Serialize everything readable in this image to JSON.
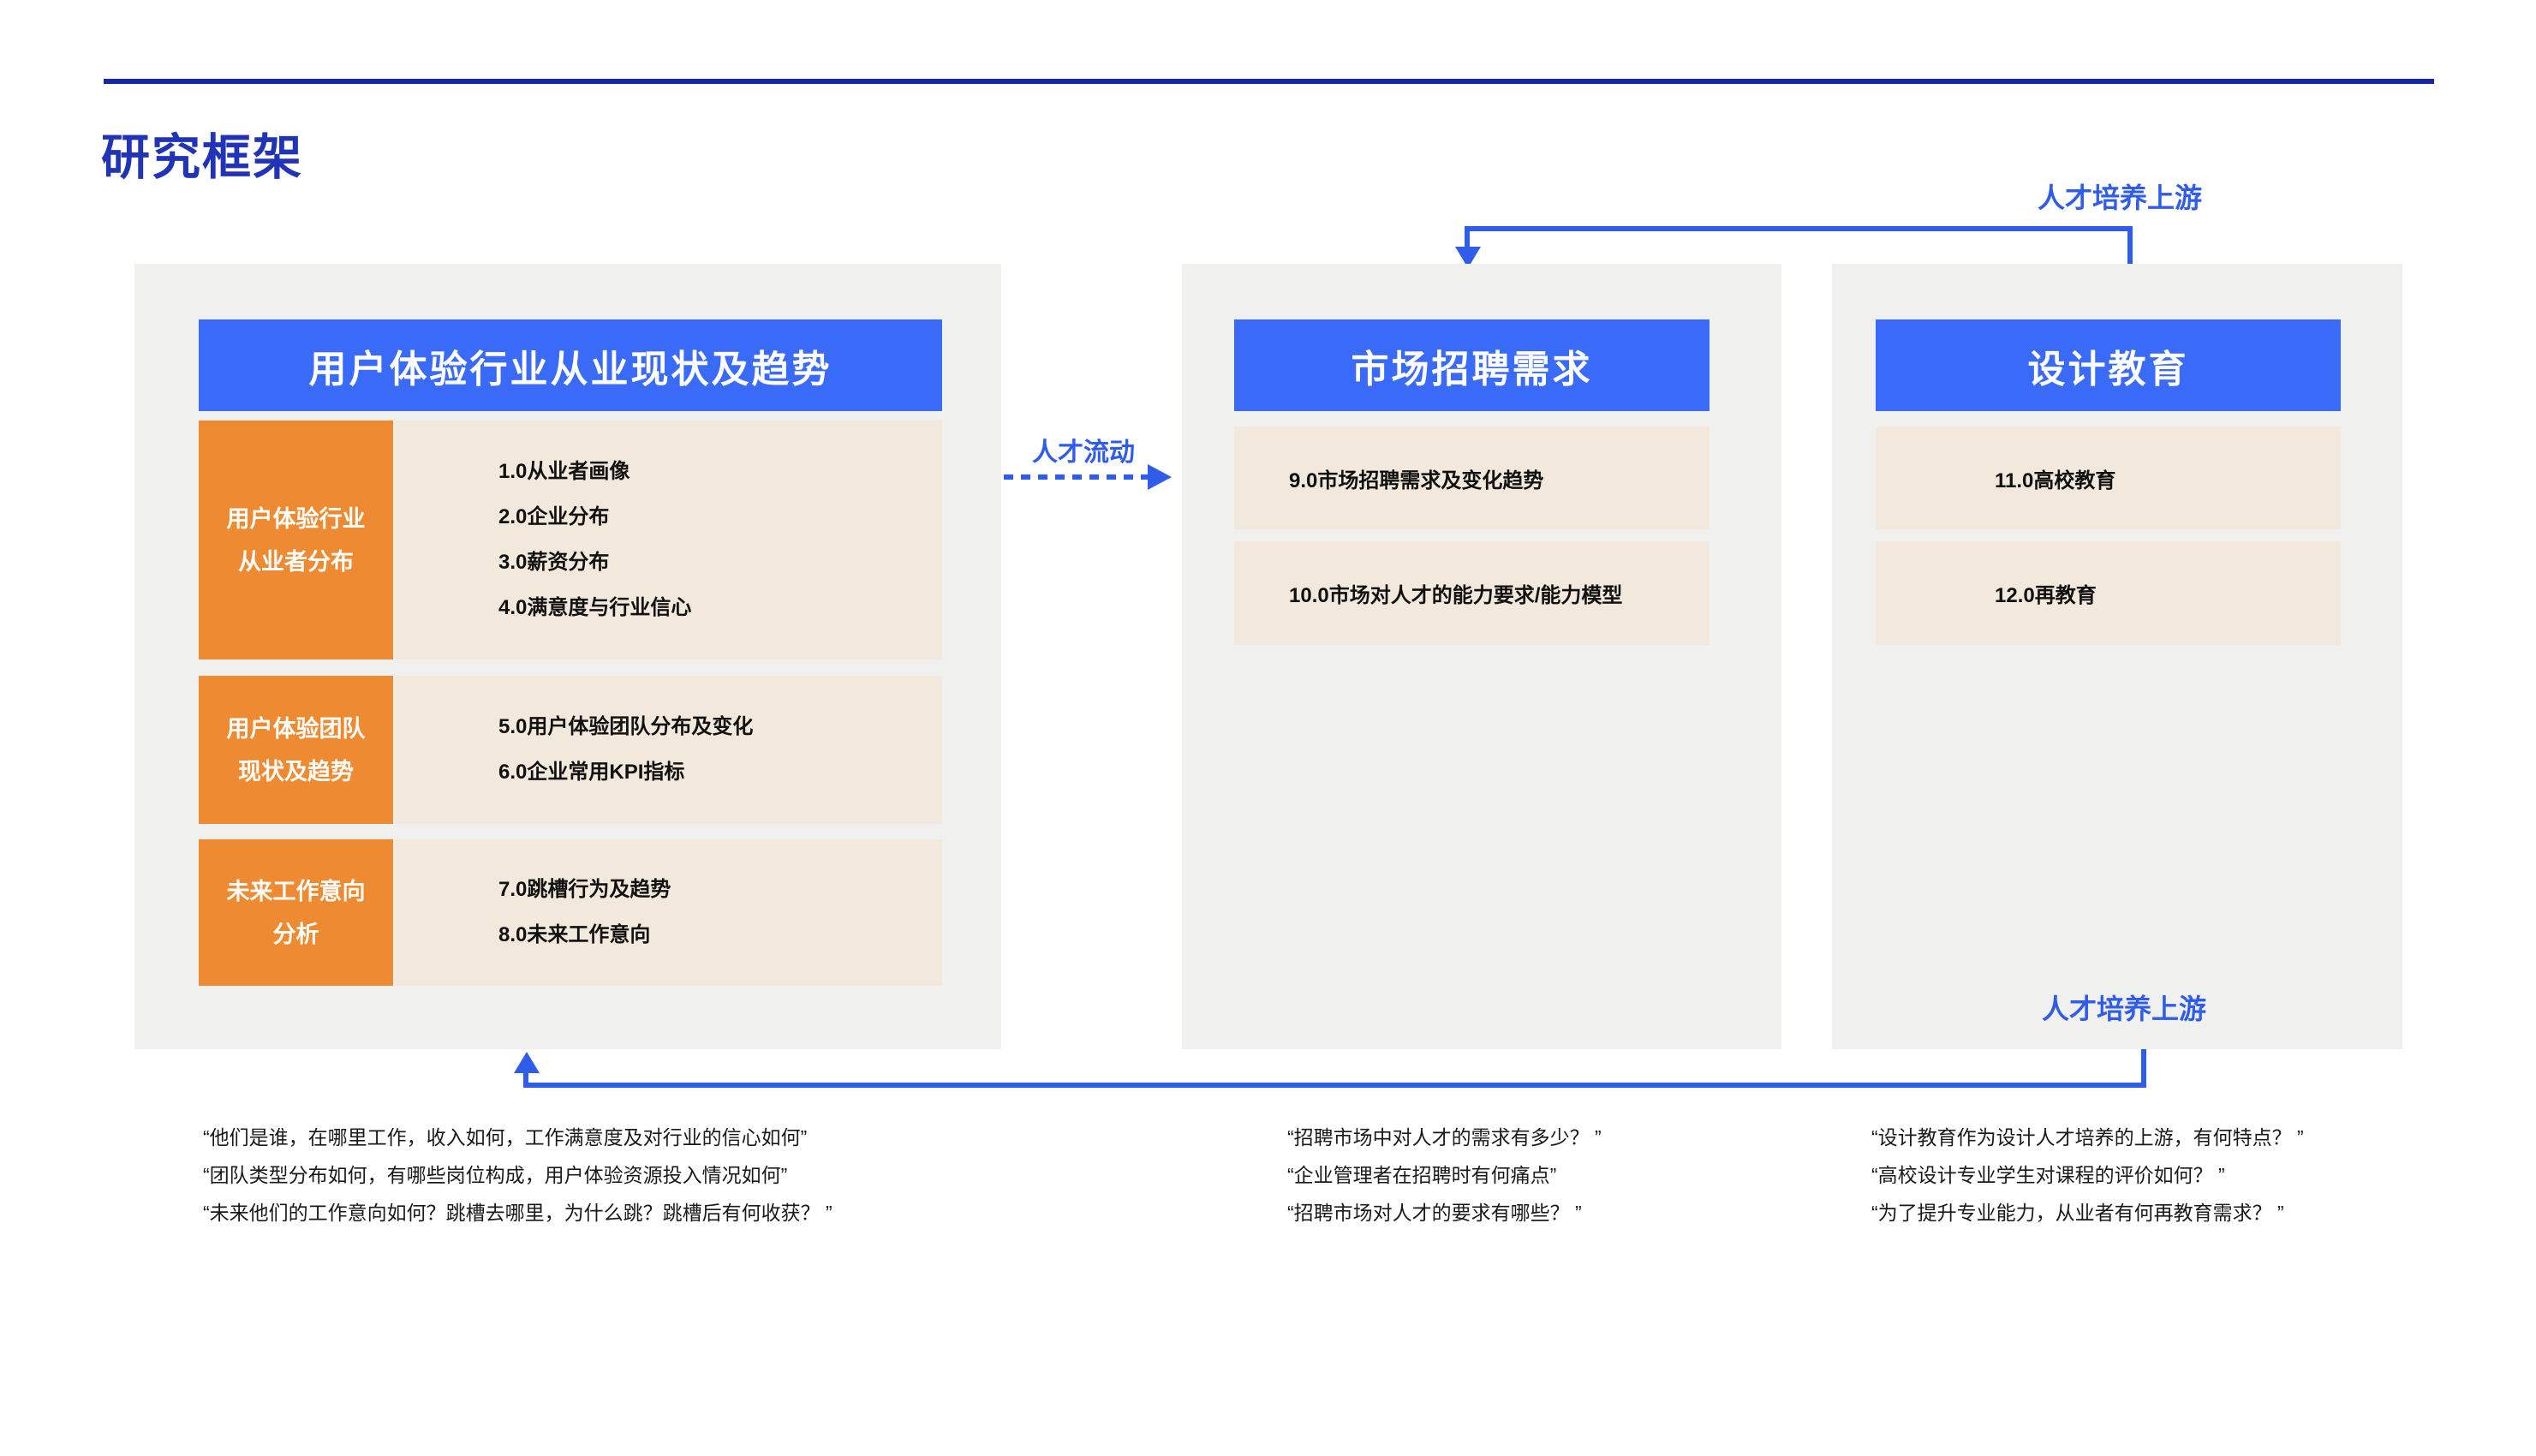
{
  "page_title": "研究框架",
  "connectors": {
    "talent_flow": "人才流动",
    "talent_upstream_top": "人才培养上游",
    "talent_upstream_bottom": "人才培养上游"
  },
  "panels": {
    "industry": {
      "title": "用户体验行业从业现状及趋势",
      "groups": [
        {
          "label_lines": [
            "用户体验行业",
            "从业者分布"
          ],
          "items": [
            "1.0从业者画像",
            "2.0企业分布",
            "3.0薪资分布",
            "4.0满意度与行业信心"
          ]
        },
        {
          "label_lines": [
            "用户体验团队",
            "现状及趋势"
          ],
          "items": [
            "5.0用户体验团队分布及变化",
            "6.0企业常用KPI指标"
          ]
        },
        {
          "label_lines": [
            "未来工作意向",
            "分析"
          ],
          "items": [
            "7.0跳槽行为及趋势",
            "8.0未来工作意向"
          ]
        }
      ],
      "quotes": [
        "“他们是谁，在哪里工作，收入如何，工作满意度及对行业的信心如何”",
        "“团队类型分布如何，有哪些岗位构成，用户体验资源投入情况如何”",
        "“未来他们的工作意向如何？跳槽去哪里，为什么跳？跳槽后有何收获？ ”"
      ]
    },
    "market": {
      "title": "市场招聘需求",
      "items": [
        "9.0市场招聘需求及变化趋势",
        "10.0市场对人才的能力要求/能力模型"
      ],
      "quotes": [
        "“招聘市场中对人才的需求有多少？ ”",
        "“企业管理者在招聘时有何痛点”",
        "“招聘市场对人才的要求有哪些？ ”"
      ]
    },
    "education": {
      "title": "设计教育",
      "items": [
        "11.0高校教育",
        "12.0再教育"
      ],
      "quotes": [
        "“设计教育作为设计人才培养的上游，有何特点？ ”",
        "“高校设计专业学生对课程的评价如何？ ”",
        "“为了提升专业能力，从业者有何再教育需求？ ”"
      ]
    }
  },
  "colors": {
    "header_blue": "#3A6AF8",
    "connector_blue": "#2F5CE8",
    "rule_blue": "#1629A3",
    "title_blue": "#2134B5",
    "orange": "#EE8A31",
    "item_beige": "#F2E8DC",
    "panel_gray": "#F0F0EE"
  }
}
